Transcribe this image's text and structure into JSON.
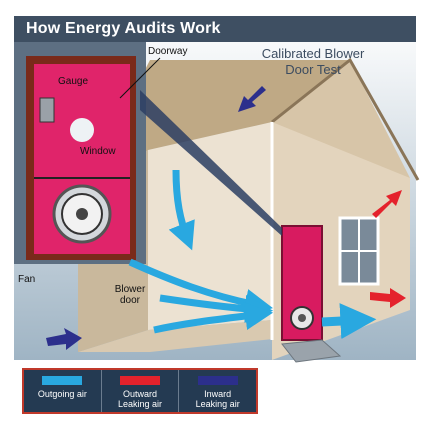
{
  "header": {
    "title": "How Energy Audits Work"
  },
  "subtitle": {
    "line1": "Calibrated Blower",
    "line2": "Door Test"
  },
  "labels": {
    "doorway": "Doorway",
    "gauge": "Gauge",
    "window": "Window",
    "fan": "Fan",
    "blower_door_1": "Blower",
    "blower_door_2": "door"
  },
  "legend": [
    {
      "line1": "Outgoing air",
      "line2": "",
      "color": "#29a8e0"
    },
    {
      "line1": "Outward",
      "line2": "Leaking air",
      "color": "#e4222c"
    },
    {
      "line1": "Inward",
      "line2": "Leaking air",
      "color": "#2c2f8c"
    }
  ],
  "colors": {
    "outgoing_air": "#29a8e0",
    "outward_leak": "#e4222c",
    "inward_leak": "#2c2f8c",
    "blower_door": "#d81b60",
    "house_wall": "#d9c9b0",
    "roof": "#c9b28f"
  }
}
